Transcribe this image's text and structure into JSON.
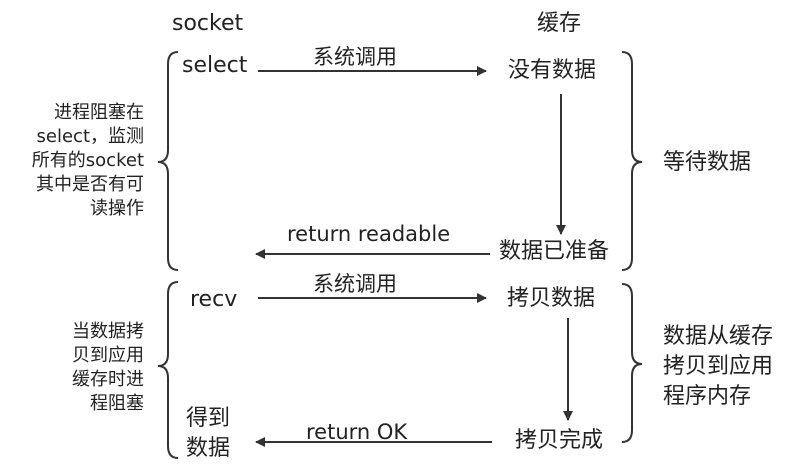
{
  "columns": {
    "socket": "socket",
    "cache": "缓存"
  },
  "phase1": {
    "app_call": "select",
    "syscall_label": "系统调用",
    "cache_state_start": "没有数据",
    "cache_state_ready": "数据已准备",
    "return_label": "return readable",
    "left_note": [
      "进程阻塞在",
      "select，监测",
      "所有的socket",
      "其中是否有可",
      "读操作"
    ],
    "right_note": "等待数据"
  },
  "phase2": {
    "app_call": "recv",
    "syscall_label": "系统调用",
    "cache_state_start": "拷贝数据",
    "cache_state_done": "拷贝完成",
    "return_label": "return OK",
    "result": [
      "得到",
      "数据"
    ],
    "left_note": [
      "当数据拷",
      "贝到应用",
      "缓存时进",
      "程阻塞"
    ],
    "right_note": [
      "数据从缓存",
      "拷贝到应用",
      "程序内存"
    ]
  }
}
